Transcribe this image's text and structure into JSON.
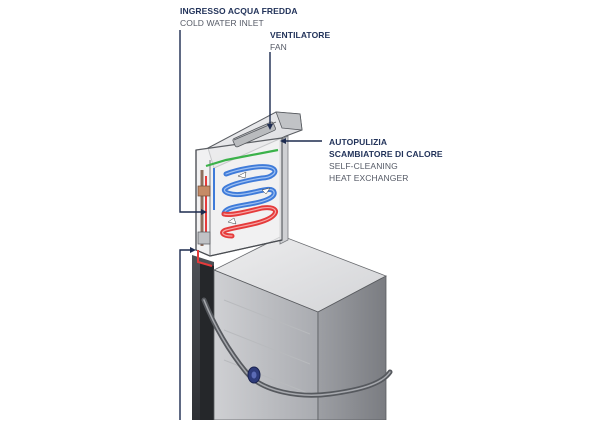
{
  "colors": {
    "label_it": "#22335a",
    "label_en": "#555a66",
    "leader": "#1d2b4f",
    "frame": "#4f5256",
    "panel": "#e2e2e4",
    "coil_red": "#e53b3b",
    "coil_blue": "#3f7bd9",
    "pipe_green": "#3bb24a",
    "flow_arrow": "#ffffff"
  },
  "labels": {
    "cold_water": {
      "it": "INGRESSO ACQUA FREDDA",
      "en": "COLD WATER INLET"
    },
    "fan": {
      "it": "VENTILATORE",
      "en": "FAN"
    },
    "exchanger": {
      "it_line1": "AUTOPULIZIA",
      "it_line2": "SCAMBIATORE DI CALORE",
      "en_line1": "SELF-CLEANING",
      "en_line2": "HEAT EXCHANGER"
    }
  },
  "icons": [
    "fan-icon",
    "flow-arrow-icon",
    "knob-icon"
  ]
}
